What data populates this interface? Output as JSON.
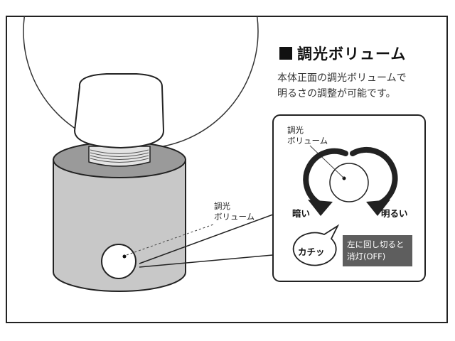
{
  "title": "調光ボリューム",
  "description": {
    "line1": "本体正面の調光ボリュームで",
    "line2": "明るさの調整が可能です。"
  },
  "device_label": {
    "line1": "調光",
    "line2": "ボリューム"
  },
  "knob_label": {
    "line1": "調光",
    "line2": "ボリューム"
  },
  "dark_label": "暗い",
  "bright_label": "明るい",
  "click_sound": "カチッ",
  "off_note": {
    "line1": "左に回し切ると",
    "line2": "消灯(OFF)"
  },
  "colors": {
    "device_body": "#c8c8c8",
    "note_background": "#5e5e5e",
    "arrow": "#222222"
  }
}
